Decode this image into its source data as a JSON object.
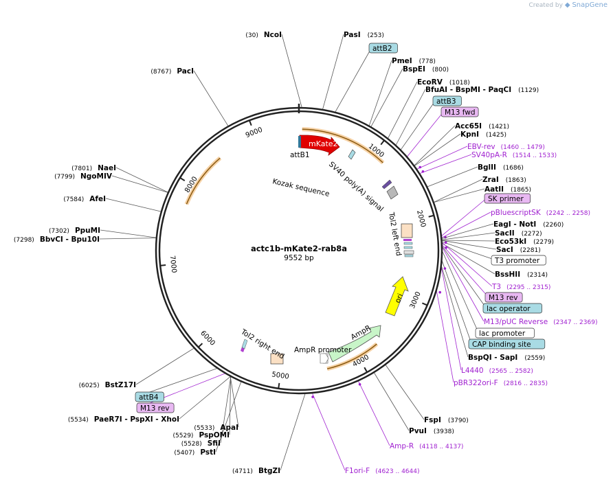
{
  "watermark": {
    "prefix": "Created by",
    "brand": "SnapGene"
  },
  "plasmid": {
    "name": "actc1b-mKate2-rab8a",
    "length_label": "9552 bp",
    "length": 9552
  },
  "colors": {
    "backbone": "#222222",
    "primer": "#a020d0",
    "mkate2": "#e00000",
    "ampr": "#c8f5c8",
    "ori": "#ffff00",
    "orf": "#f0b46a",
    "attb": "#a9dbe4",
    "misc": "#ffffff"
  },
  "ticks": [
    {
      "label": "1000",
      "pos": 1000
    },
    {
      "label": "2000",
      "pos": 2000
    },
    {
      "label": "3000",
      "pos": 3000
    },
    {
      "label": "4000",
      "pos": 4000
    },
    {
      "label": "5000",
      "pos": 5000
    },
    {
      "label": "6000",
      "pos": 6000
    },
    {
      "label": "7000",
      "pos": 7000
    },
    {
      "label": "8000",
      "pos": 8000
    },
    {
      "label": "9000",
      "pos": 9000
    }
  ],
  "labels": [
    {
      "kind": "site",
      "name": "NcoI",
      "pos": "(30)",
      "bp": 30
    },
    {
      "kind": "site",
      "name": "PasI",
      "pos": "(253)",
      "bp": 253
    },
    {
      "kind": "box",
      "name": "attB2",
      "style": "attb",
      "bp": 390
    },
    {
      "kind": "site",
      "name": "PmeI",
      "pos": "(778)",
      "bp": 778
    },
    {
      "kind": "site",
      "name": "BspEI",
      "pos": "(800)",
      "bp": 800
    },
    {
      "kind": "site",
      "name": "EcoRV",
      "pos": "(1018)",
      "bp": 1018
    },
    {
      "kind": "site",
      "name": "BfuAI  - BspMI  - PaqCI",
      "pos": "(1129)",
      "bp": 1129
    },
    {
      "kind": "box",
      "name": "attB3",
      "style": "attb",
      "bp": 1200
    },
    {
      "kind": "box",
      "name": "M13 fwd",
      "style": "primer",
      "bp": 1300
    },
    {
      "kind": "site",
      "name": "Acc65I",
      "pos": "(1421)",
      "bp": 1421
    },
    {
      "kind": "site",
      "name": "KpnI",
      "pos": "(1425)",
      "bp": 1425
    },
    {
      "kind": "primer",
      "name": "EBV-rev",
      "pos": "(1460 .. 1479)",
      "bp": 1470
    },
    {
      "kind": "primer",
      "name": "SV40pA-R",
      "pos": "(1514 .. 1533)",
      "bp": 1524
    },
    {
      "kind": "site",
      "name": "BglII",
      "pos": "(1686)",
      "bp": 1686
    },
    {
      "kind": "site",
      "name": "ZraI",
      "pos": "(1863)",
      "bp": 1863
    },
    {
      "kind": "site",
      "name": "AatII",
      "pos": "(1865)",
      "bp": 1865
    },
    {
      "kind": "box",
      "name": "SK primer",
      "style": "primer",
      "bp": 2230
    },
    {
      "kind": "primer",
      "name": "pBluescriptSK",
      "pos": "(2242 .. 2258)",
      "bp": 2250
    },
    {
      "kind": "site",
      "name": "EagI  - NotI",
      "pos": "(2260)",
      "bp": 2260
    },
    {
      "kind": "site",
      "name": "SacII",
      "pos": "(2272)",
      "bp": 2272
    },
    {
      "kind": "site",
      "name": "Eco53kI",
      "pos": "(2279)",
      "bp": 2279
    },
    {
      "kind": "site",
      "name": "SacI",
      "pos": "(2281)",
      "bp": 2281
    },
    {
      "kind": "box",
      "name": "T3 promoter",
      "style": "misc",
      "bp": 2295
    },
    {
      "kind": "site",
      "name": "BssHII",
      "pos": "(2314)",
      "bp": 2314
    },
    {
      "kind": "primer",
      "name": "T3",
      "pos": "(2295 .. 2315)",
      "bp": 2305
    },
    {
      "kind": "box",
      "name": "M13 rev",
      "style": "primer",
      "bp": 2330
    },
    {
      "kind": "box",
      "name": "lac operator",
      "style": "attb",
      "bp": 2345
    },
    {
      "kind": "primer",
      "name": "M13/pUC Reverse",
      "pos": "(2347 .. 2369)",
      "bp": 2358
    },
    {
      "kind": "box",
      "name": "lac promoter",
      "style": "misc",
      "bp": 2400
    },
    {
      "kind": "box",
      "name": "CAP binding site",
      "style": "attb",
      "bp": 2500
    },
    {
      "kind": "site",
      "name": "BspQI  - SapI",
      "pos": "(2559)",
      "bp": 2559
    },
    {
      "kind": "primer",
      "name": "L4440",
      "pos": "(2565 .. 2582)",
      "bp": 2573
    },
    {
      "kind": "primer",
      "name": "pBR322ori-F",
      "pos": "(2816 .. 2835)",
      "bp": 2825
    },
    {
      "kind": "site",
      "name": "FspI",
      "pos": "(3790)",
      "bp": 3790
    },
    {
      "kind": "site",
      "name": "PvuI",
      "pos": "(3938)",
      "bp": 3938
    },
    {
      "kind": "primer",
      "name": "Amp-R",
      "pos": "(4118 .. 4137)",
      "bp": 4127
    },
    {
      "kind": "primer",
      "name": "F1ori-F",
      "pos": "(4623 .. 4644)",
      "bp": 4633
    },
    {
      "kind": "site",
      "name": "BtgZI",
      "pos": "(4711)",
      "bp": 4711
    },
    {
      "kind": "site",
      "name": "PstI",
      "pos": "(5407)",
      "bp": 5407
    },
    {
      "kind": "site",
      "name": "SfiI",
      "pos": "(5528)",
      "bp": 5528
    },
    {
      "kind": "site",
      "name": "PspOMI",
      "pos": "(5529)",
      "bp": 5529
    },
    {
      "kind": "site",
      "name": "ApaI",
      "pos": "(5533)",
      "bp": 5533
    },
    {
      "kind": "site",
      "name": "PaeR7I  - PspXI  - XhoI",
      "pos": "(5534)",
      "bp": 5534
    },
    {
      "kind": "box",
      "name": "M13 rev",
      "style": "primer",
      "bp": 5600
    },
    {
      "kind": "box",
      "name": "attB4",
      "style": "attb",
      "bp": 5700
    },
    {
      "kind": "site",
      "name": "BstZ17I",
      "pos": "(6025)",
      "bp": 6025
    },
    {
      "kind": "site",
      "name": "BbvCI  - Bpu10I",
      "pos": "(7298)",
      "bp": 7298
    },
    {
      "kind": "site",
      "name": "PpuMI",
      "pos": "(7302)",
      "bp": 7302
    },
    {
      "kind": "site",
      "name": "AfeI",
      "pos": "(7584)",
      "bp": 7584
    },
    {
      "kind": "site",
      "name": "NgoMIV",
      "pos": "(7799)",
      "bp": 7799
    },
    {
      "kind": "site",
      "name": "NaeI",
      "pos": "(7801)",
      "bp": 7801
    },
    {
      "kind": "site",
      "name": "PacI",
      "pos": "(8767)",
      "bp": 8767
    }
  ],
  "features": [
    {
      "name": "mKate2",
      "type": "arrow",
      "start": 0,
      "end": 320,
      "color": "#e00000"
    },
    {
      "name": "attB1",
      "type": "tag",
      "bp": 0
    },
    {
      "name": "SV40 poly(A) signal",
      "type": "curved",
      "bp": 520
    },
    {
      "name": "Kozak sequence",
      "type": "straight",
      "bp": 9540
    },
    {
      "name": "Tol2 left end",
      "type": "vertical",
      "bp": 2150
    },
    {
      "name": "ori",
      "type": "arrow",
      "start": 2600,
      "end": 3100,
      "color": "#ffff00"
    },
    {
      "name": "AmpR",
      "type": "arrow",
      "start": 3700,
      "end": 4350,
      "color": "#c8f5c8"
    },
    {
      "name": "AmpR promoter",
      "type": "straight",
      "bp": 4500
    },
    {
      "name": "Tol2 right end",
      "type": "curved",
      "bp": 5800
    }
  ],
  "orf_arcs": [
    {
      "name": "orf-1",
      "start": 40,
      "end": 1160
    },
    {
      "name": "orf-2",
      "start": 3720,
      "end": 4420
    },
    {
      "name": "orf-3",
      "start": 7760,
      "end": 8480
    }
  ]
}
